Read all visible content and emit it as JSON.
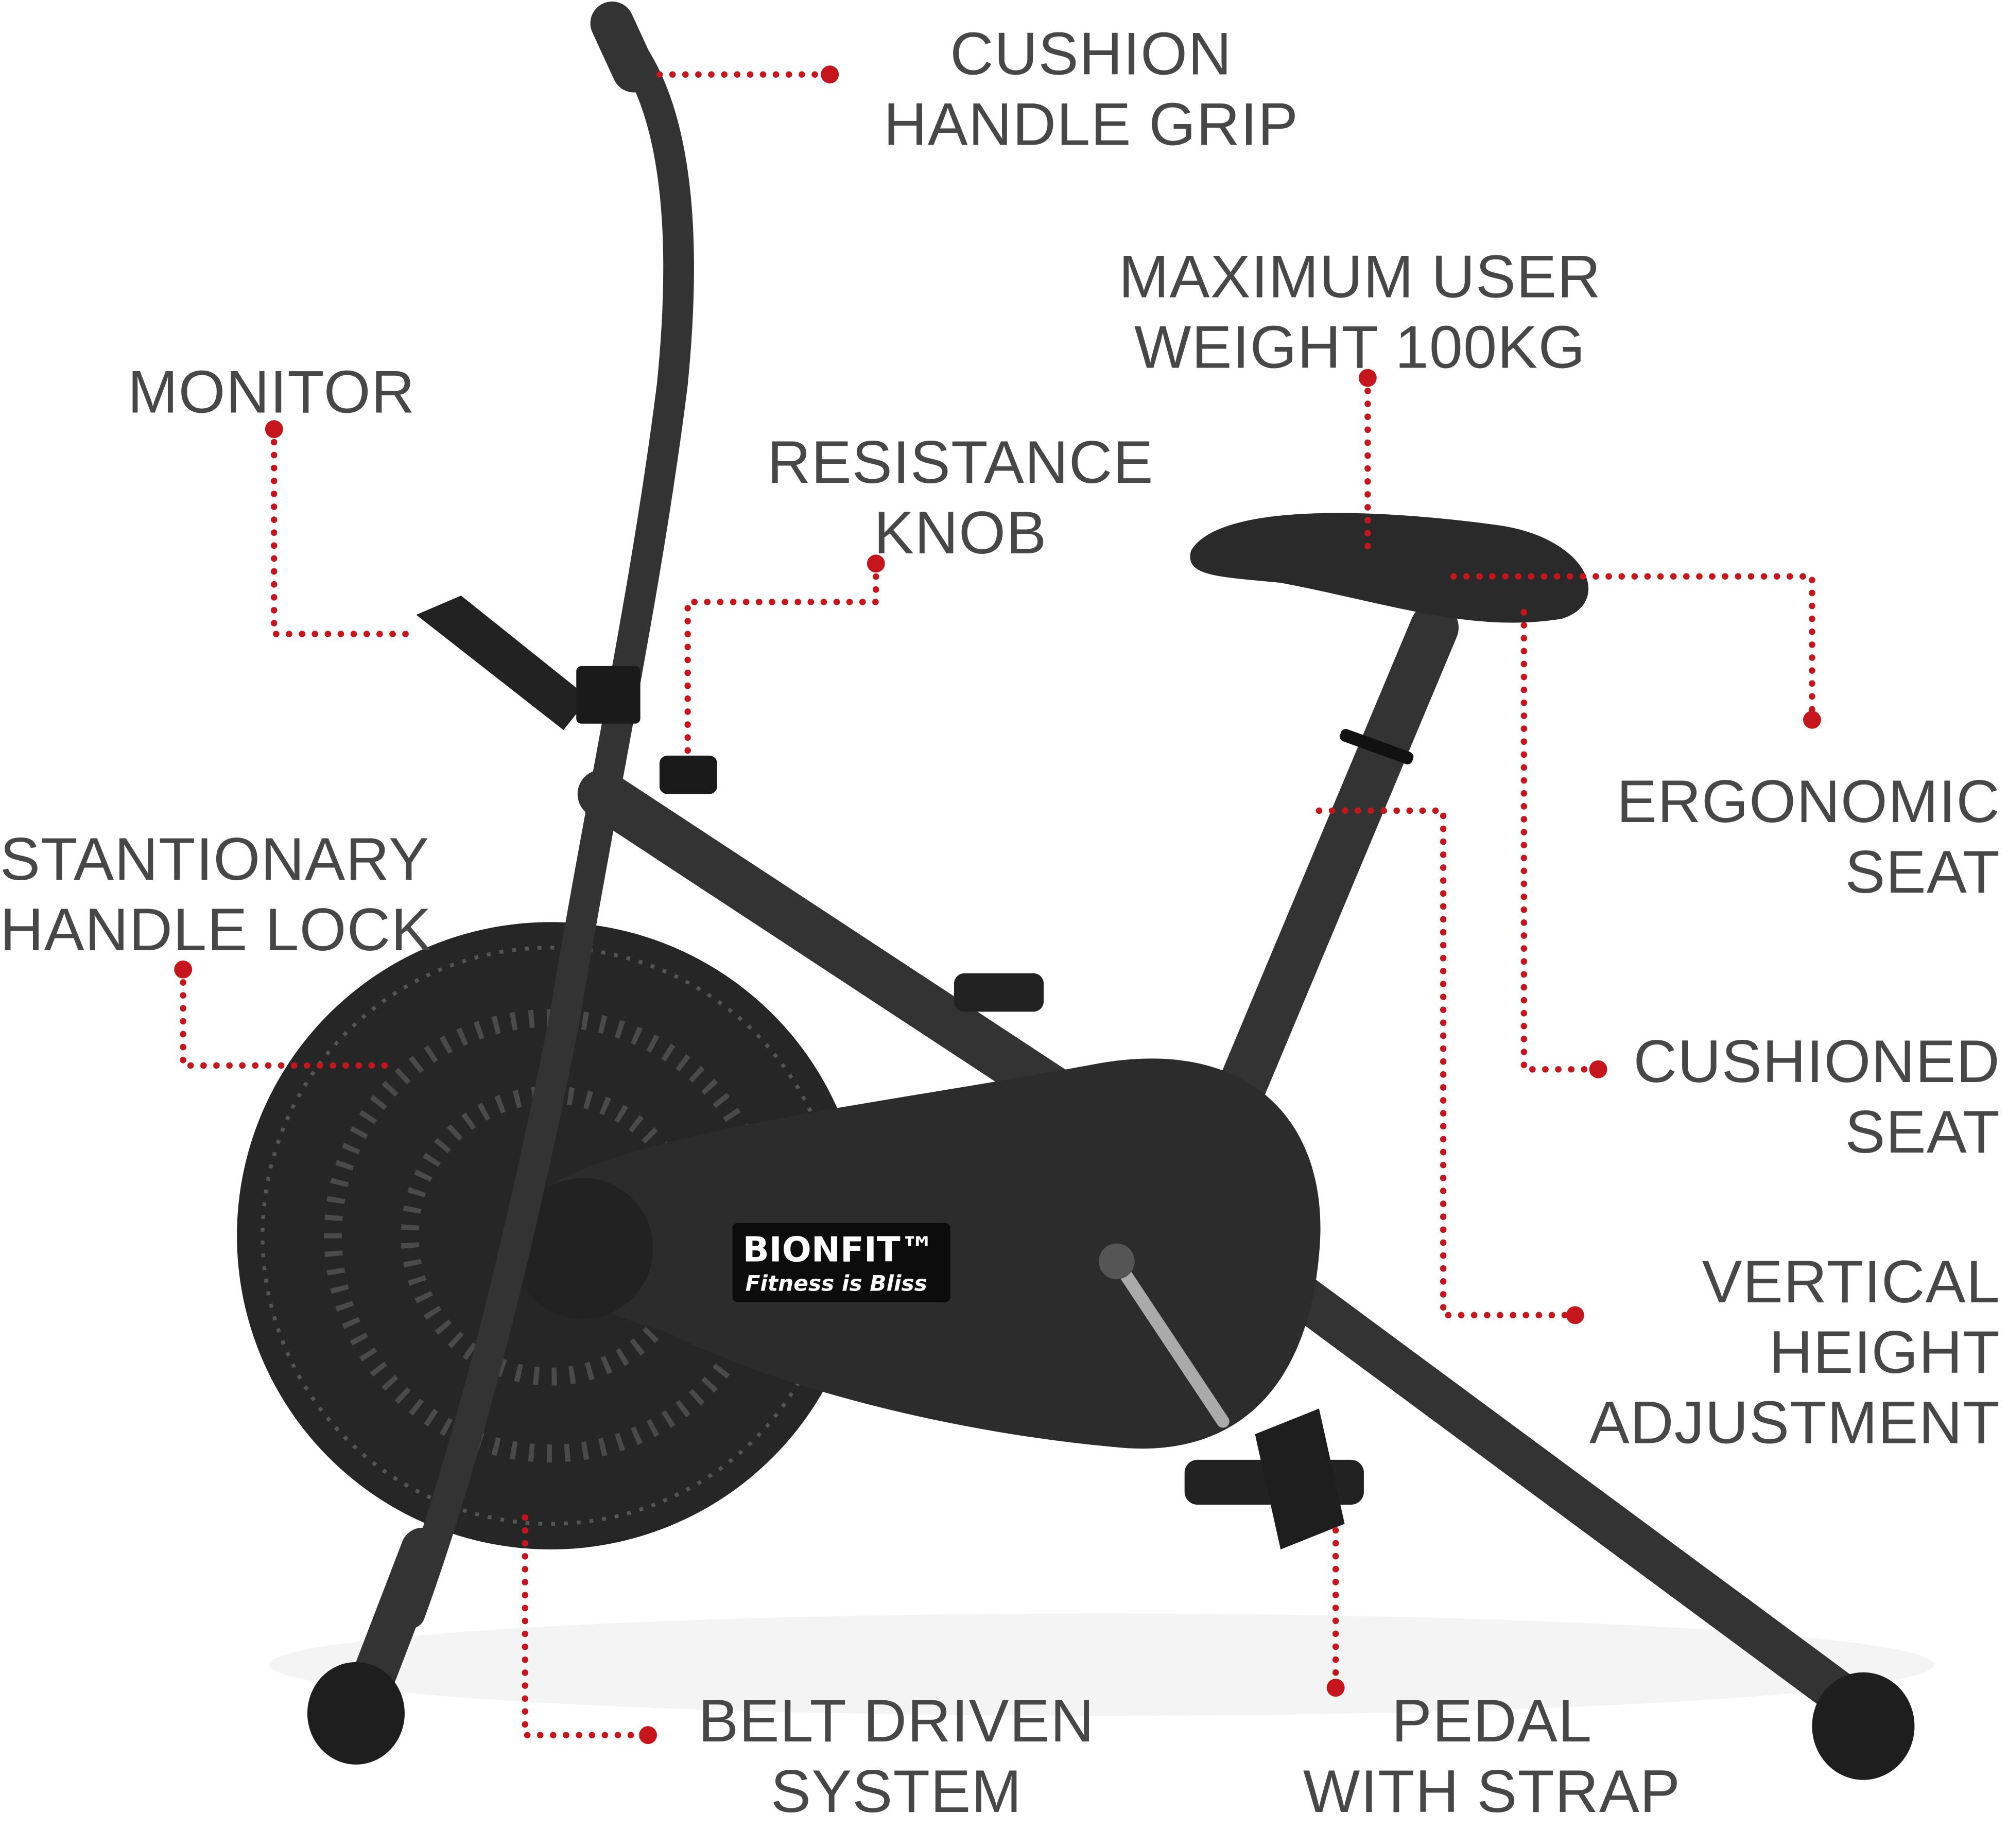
{
  "labels": {
    "handle_grip": [
      "CUSHION",
      "HANDLE GRIP"
    ],
    "max_weight": [
      "MAXIMUM USER",
      "WEIGHT 100KG"
    ],
    "monitor": [
      "MONITOR"
    ],
    "resistance": [
      "RESISTANCE",
      "KNOB"
    ],
    "ergonomic_seat": [
      "ERGONOMIC",
      "SEAT"
    ],
    "handle_lock": [
      "STANTIONARY",
      "HANDLE LOCK"
    ],
    "cushioned_seat": [
      "CUSHIONED",
      "SEAT"
    ],
    "height_adjust": [
      "VERTICAL",
      "HEIGHT",
      "ADJUSTMENT"
    ],
    "belt": [
      "BELT DRIVEN",
      "SYSTEM"
    ],
    "pedal": [
      "PEDAL",
      "WITH STRAP"
    ]
  },
  "logo": {
    "brand": "BIONFIT™",
    "tagline": "Fitness is Bliss"
  },
  "colors": {
    "callout": "#c4161c",
    "text": "#474747",
    "frame": "#2f2f2f"
  }
}
